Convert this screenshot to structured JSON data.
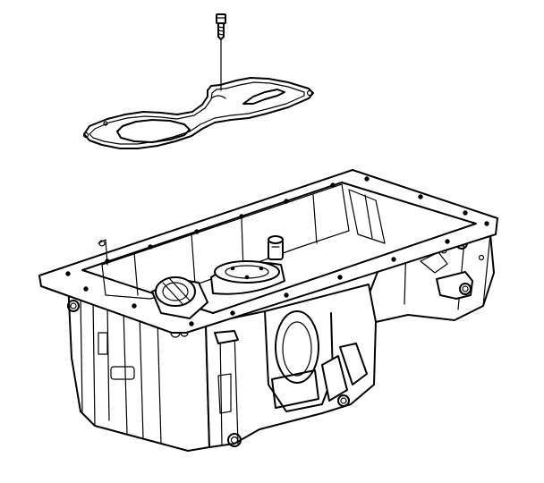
{
  "diagram": {
    "parts": [
      {
        "id": "bolt",
        "icon": "bolt-icon"
      },
      {
        "id": "baffle-plate",
        "icon": "baffle-plate-icon"
      },
      {
        "id": "oil-pan",
        "icon": "oil-pan-icon"
      }
    ],
    "colors": {
      "line": "#000000",
      "background": "#ffffff"
    }
  }
}
